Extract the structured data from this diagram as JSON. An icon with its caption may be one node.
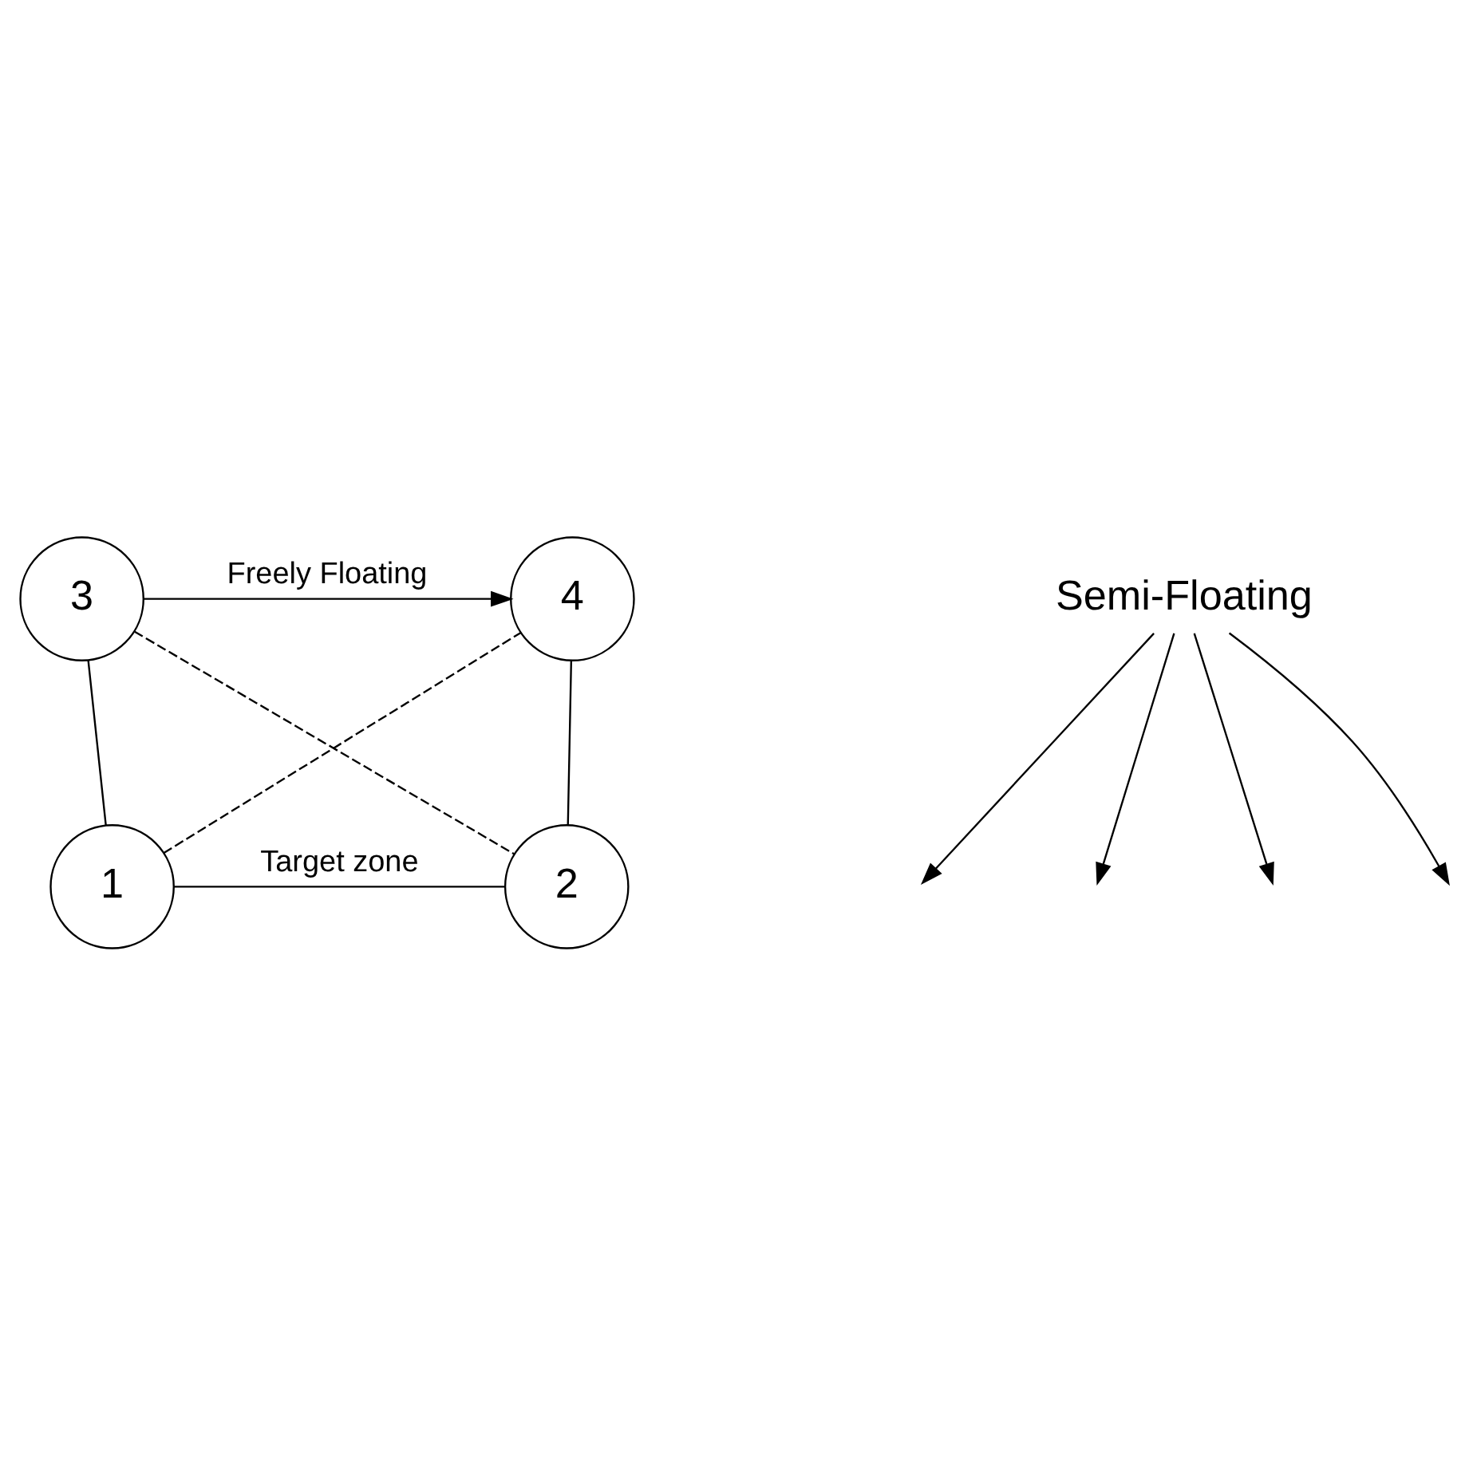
{
  "diagram": {
    "nodes": [
      {
        "text": [
          "3"
        ]
      },
      {
        "text": [
          "4"
        ]
      },
      {
        "text": [
          "Semi-Floating"
        ]
      },
      {
        "text": [
          "1"
        ]
      },
      {
        "text": [
          "2"
        ]
      }
    ],
    "edges": [
      {
        "from": 0,
        "to": 1,
        "arrow": "to",
        "label": "Freely Floating"
      },
      {
        "from": 0,
        "to": 3,
        "arrow": "none"
      },
      {
        "from": 1,
        "to": 4,
        "arrow": "none"
      },
      {
        "from": 3,
        "to": 4,
        "arrow": "none",
        "label": "Target zone"
      },
      {
        "from": 0,
        "to": 4,
        "arrow": "none",
        "style": "dashed"
      },
      {
        "from": 3,
        "to": 1,
        "arrow": "none",
        "style": "dashed"
      },
      {
        "from": 2,
        "to": null,
        "arrow": "to"
      },
      {
        "from": 2,
        "to": null,
        "arrow": "to"
      },
      {
        "from": 2,
        "to": null,
        "arrow": "to"
      },
      {
        "from": 2,
        "to": null,
        "arrow": "to"
      }
    ]
  }
}
